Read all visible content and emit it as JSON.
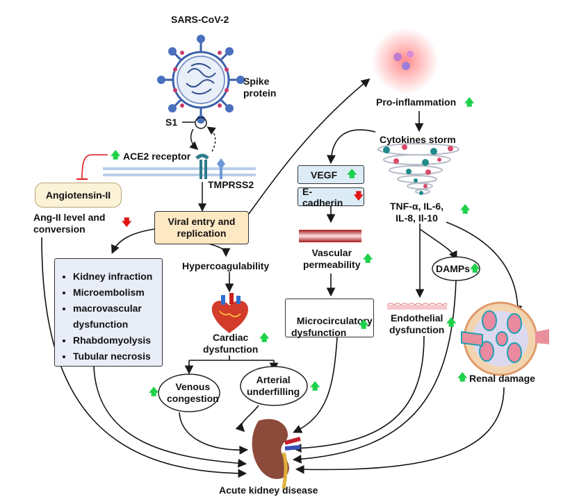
{
  "virus": {
    "title": "SARS-CoV-2",
    "spike_label": "Spike\nprotein",
    "s1_label": "S1"
  },
  "receptor": {
    "ace2": "ACE2 receptor",
    "tmprss2": "TMPRSS2"
  },
  "angiotensin": {
    "box": "Angiotensin-II",
    "level": "Ang-II level and\nconversion"
  },
  "viral_entry": "Viral entry and\nreplication",
  "kidney_list": [
    "Kidney infraction",
    "Microembolism",
    "macrovascular\ndysfunction",
    "Rhabdomyolysis",
    "Tubular necrosis"
  ],
  "hypercoag": "Hypercoagulability",
  "cardiac": "Cardiac\ndysfunction",
  "venous": "Venous\ncongestion",
  "arterial": "Arterial\nunderfilling",
  "proinflam": "Pro-inflammation",
  "cytokines": "Cytokines storm",
  "tnf": "TNF-α, IL-6,\nIL-8, Il-10",
  "vegf": "VEGF",
  "ecad": "E-cadherin",
  "vascular": "Vascular\npermeability",
  "microcirc": "Microcirculatory\ndysfunction",
  "endothelial": "Endothelial\ndysfunction",
  "damps": "DAMPs",
  "renal": "Renal damage",
  "aki": "Acute kidney disease",
  "colors": {
    "up_arrow": "#1fd14a",
    "down_arrow": "#e01515",
    "entry_box": "#fde8c4",
    "list_box": "#e8edf8",
    "vegf_box": "#dcecf6",
    "ang_box": "#fbf2d7"
  }
}
